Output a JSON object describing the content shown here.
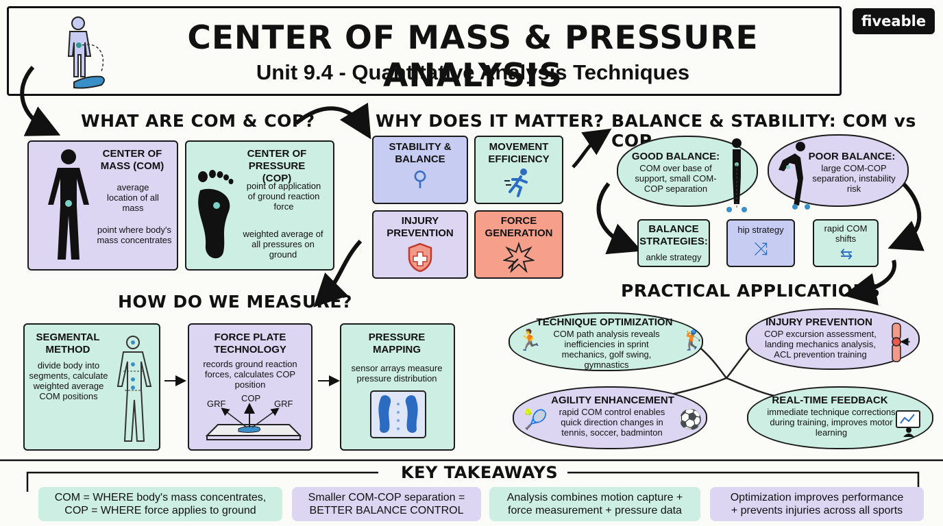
{
  "header": {
    "title": "CENTER OF MASS & PRESSURE ANALYSIS",
    "subtitle": "Unit 9.4 - Quantitative Analysis Techniques",
    "logo": "fiveable"
  },
  "what": {
    "heading": "WHAT ARE COM & COP?",
    "com": {
      "title": "CENTER OF MASS (COM)",
      "label1": "average location of all mass",
      "label2": "point where body's mass concentrates"
    },
    "cop": {
      "title": "CENTER OF PRESSURE (COP)",
      "label1": "point of application of ground reaction force",
      "label2": "weighted average of all pressures on ground"
    }
  },
  "why": {
    "heading": "WHY DOES IT MATTER?",
    "items": [
      {
        "label": "STABILITY & BALANCE",
        "icon": "yoga-pose-icon"
      },
      {
        "label": "MOVEMENT EFFICIENCY",
        "icon": "running-person-icon"
      },
      {
        "label": "INJURY PREVENTION",
        "icon": "shield-icon"
      },
      {
        "label": "FORCE GENERATION",
        "icon": "burst-icon"
      }
    ]
  },
  "balance": {
    "heading": "BALANCE & STABILITY: COM vs COP",
    "good": {
      "title": "GOOD BALANCE:",
      "desc": "COM over base of support, small COM-COP separation"
    },
    "poor": {
      "title": "POOR BALANCE:",
      "desc": "large COM-COP separation, instability risk"
    },
    "strategies": {
      "title": "BALANCE STRATEGIES:",
      "ankle": "ankle strategy",
      "hip": "hip strategy",
      "rapid": "rapid COM shifts"
    }
  },
  "measure": {
    "heading": "HOW DO WE MEASURE?",
    "segmental": {
      "title": "SEGMENTAL METHOD",
      "desc": "divide body into segments, calculate weighted average COM positions"
    },
    "force": {
      "title": "FORCE PLATE TECHNOLOGY",
      "desc": "records ground reaction forces, calculates COP position",
      "grf_left": "GRF",
      "cop": "COP",
      "grf_right": "GRF"
    },
    "pressure": {
      "title": "PRESSURE MAPPING",
      "desc": "sensor arrays measure pressure distribution"
    }
  },
  "practical": {
    "heading": "PRACTICAL APPLICATIONS",
    "technique": {
      "title": "TECHNIQUE OPTIMIZATION",
      "desc": "COM path analysis reveals inefficiencies in sprint mechanics, golf swing, gymnastics"
    },
    "injury": {
      "title": "INJURY PREVENTION",
      "desc": "COP excursion assessment, landing mechanics analysis, ACL prevention training"
    },
    "agility": {
      "title": "AGILITY ENHANCEMENT",
      "desc": "rapid COM control enables quick direction changes in tennis, soccer, badminton"
    },
    "feedback": {
      "title": "REAL-TIME FEEDBACK",
      "desc": "immediate technique corrections during training, improves motor learning"
    }
  },
  "takeaways": {
    "heading": "KEY TAKEAWAYS",
    "items": [
      {
        "line1": "COM = WHERE body's mass concentrates,",
        "line2": "COP = WHERE force applies to ground"
      },
      {
        "line1": "Smaller COM-COP separation =",
        "line2": "BETTER BALANCE CONTROL"
      },
      {
        "line1": "Analysis combines motion capture +",
        "line2": "force measurement + pressure data"
      },
      {
        "line1": "Optimization improves performance",
        "line2": "+ prevents injuries across all sports"
      }
    ]
  },
  "colors": {
    "lavender": "#dcd6f3",
    "mint": "#cdeee3",
    "blue": "#c7cdf2",
    "salmon": "#f6a08c",
    "ink": "#1a1a1a"
  }
}
